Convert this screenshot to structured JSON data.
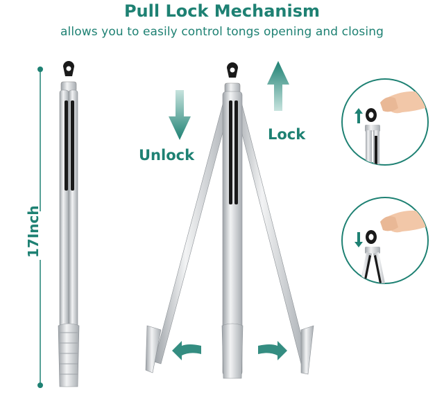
{
  "header": {
    "title": "Pull Lock Mechanism",
    "subtitle": "allows you to easily control tongs opening and closing"
  },
  "labels": {
    "size": "17Inch",
    "unlock": "Unlock",
    "lock": "Lock"
  },
  "colors": {
    "accent": "#1e8173",
    "steel": "#c9ccd0",
    "black": "#1a1a1a"
  },
  "icons": {
    "unlock_arrow": "arrow-down-icon",
    "lock_arrow": "arrow-up-icon",
    "spread_left": "arrow-left-icon",
    "spread_right": "arrow-right-icon"
  }
}
